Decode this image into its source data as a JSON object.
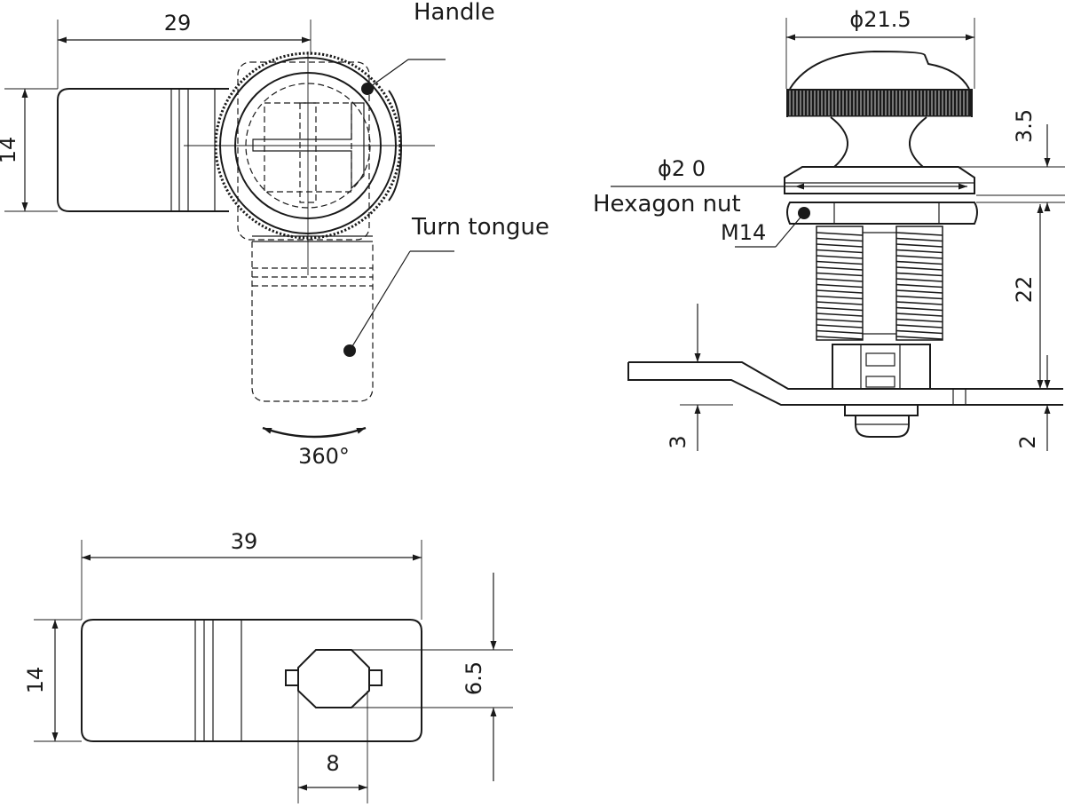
{
  "labels": {
    "handle": "Handle",
    "turn_tongue": "Turn tongue",
    "hexagon_nut": "Hexagon nut",
    "rotation": "360°",
    "thread": "M14"
  },
  "dimensions": {
    "top_view_width": "29",
    "top_view_height": "14",
    "knob_diameter": "ϕ21.5",
    "nut_diameter": "ϕ2 0",
    "knob_offset": "3.5",
    "body_length": "22",
    "panel_thickness": "3",
    "plate_thickness": "2",
    "tongue_length": "39",
    "tongue_width": "14",
    "hole_height": "6.5",
    "hole_width": "8"
  },
  "colors": {
    "line": "#1a1a1a",
    "background": "#ffffff"
  }
}
